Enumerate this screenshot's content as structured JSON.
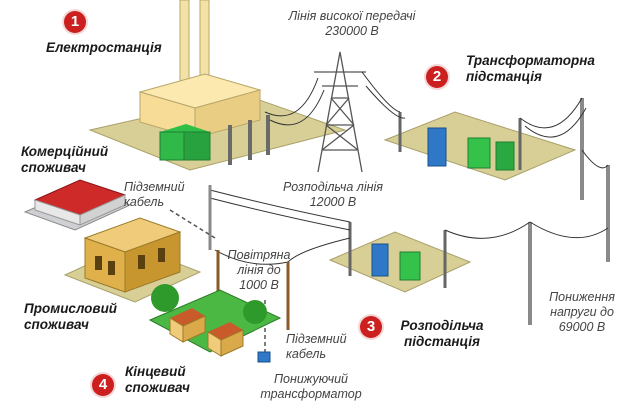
{
  "badges": [
    "1",
    "2",
    "3",
    "4"
  ],
  "labels": {
    "power_plant": "Електростанція",
    "transmission_line": "Лінія високої передачі\n230000 В",
    "transformer_substation": "Трансформаторна\nпідстанція",
    "commercial_consumer": "Комерційний\nспоживач",
    "underground_cable_top": "Підземний\nкабель",
    "distribution_line": "Розподільча лінія\n12000 В",
    "overhead_line": "Повітряна\nлінія до\n1000 В",
    "industrial_consumer": "Промисловий\nспоживач",
    "distribution_substation": "Розподільча\nпідстанція",
    "voltage_reduction": "Пониження\nнапруги до\n69000 В",
    "underground_cable_bottom": "Підземний\nкабель",
    "step_down_transformer": "Понижуючий\nтрансформатор",
    "end_consumer": "Кінцевий\nспоживач"
  },
  "colors": {
    "badge": "#cc1f1f",
    "ground": "#d8cf96",
    "transformer_green": "#34c24a",
    "transformer_blue": "#2f78c8",
    "lawn": "#4cb844",
    "roof_red": "#c95a2a"
  }
}
